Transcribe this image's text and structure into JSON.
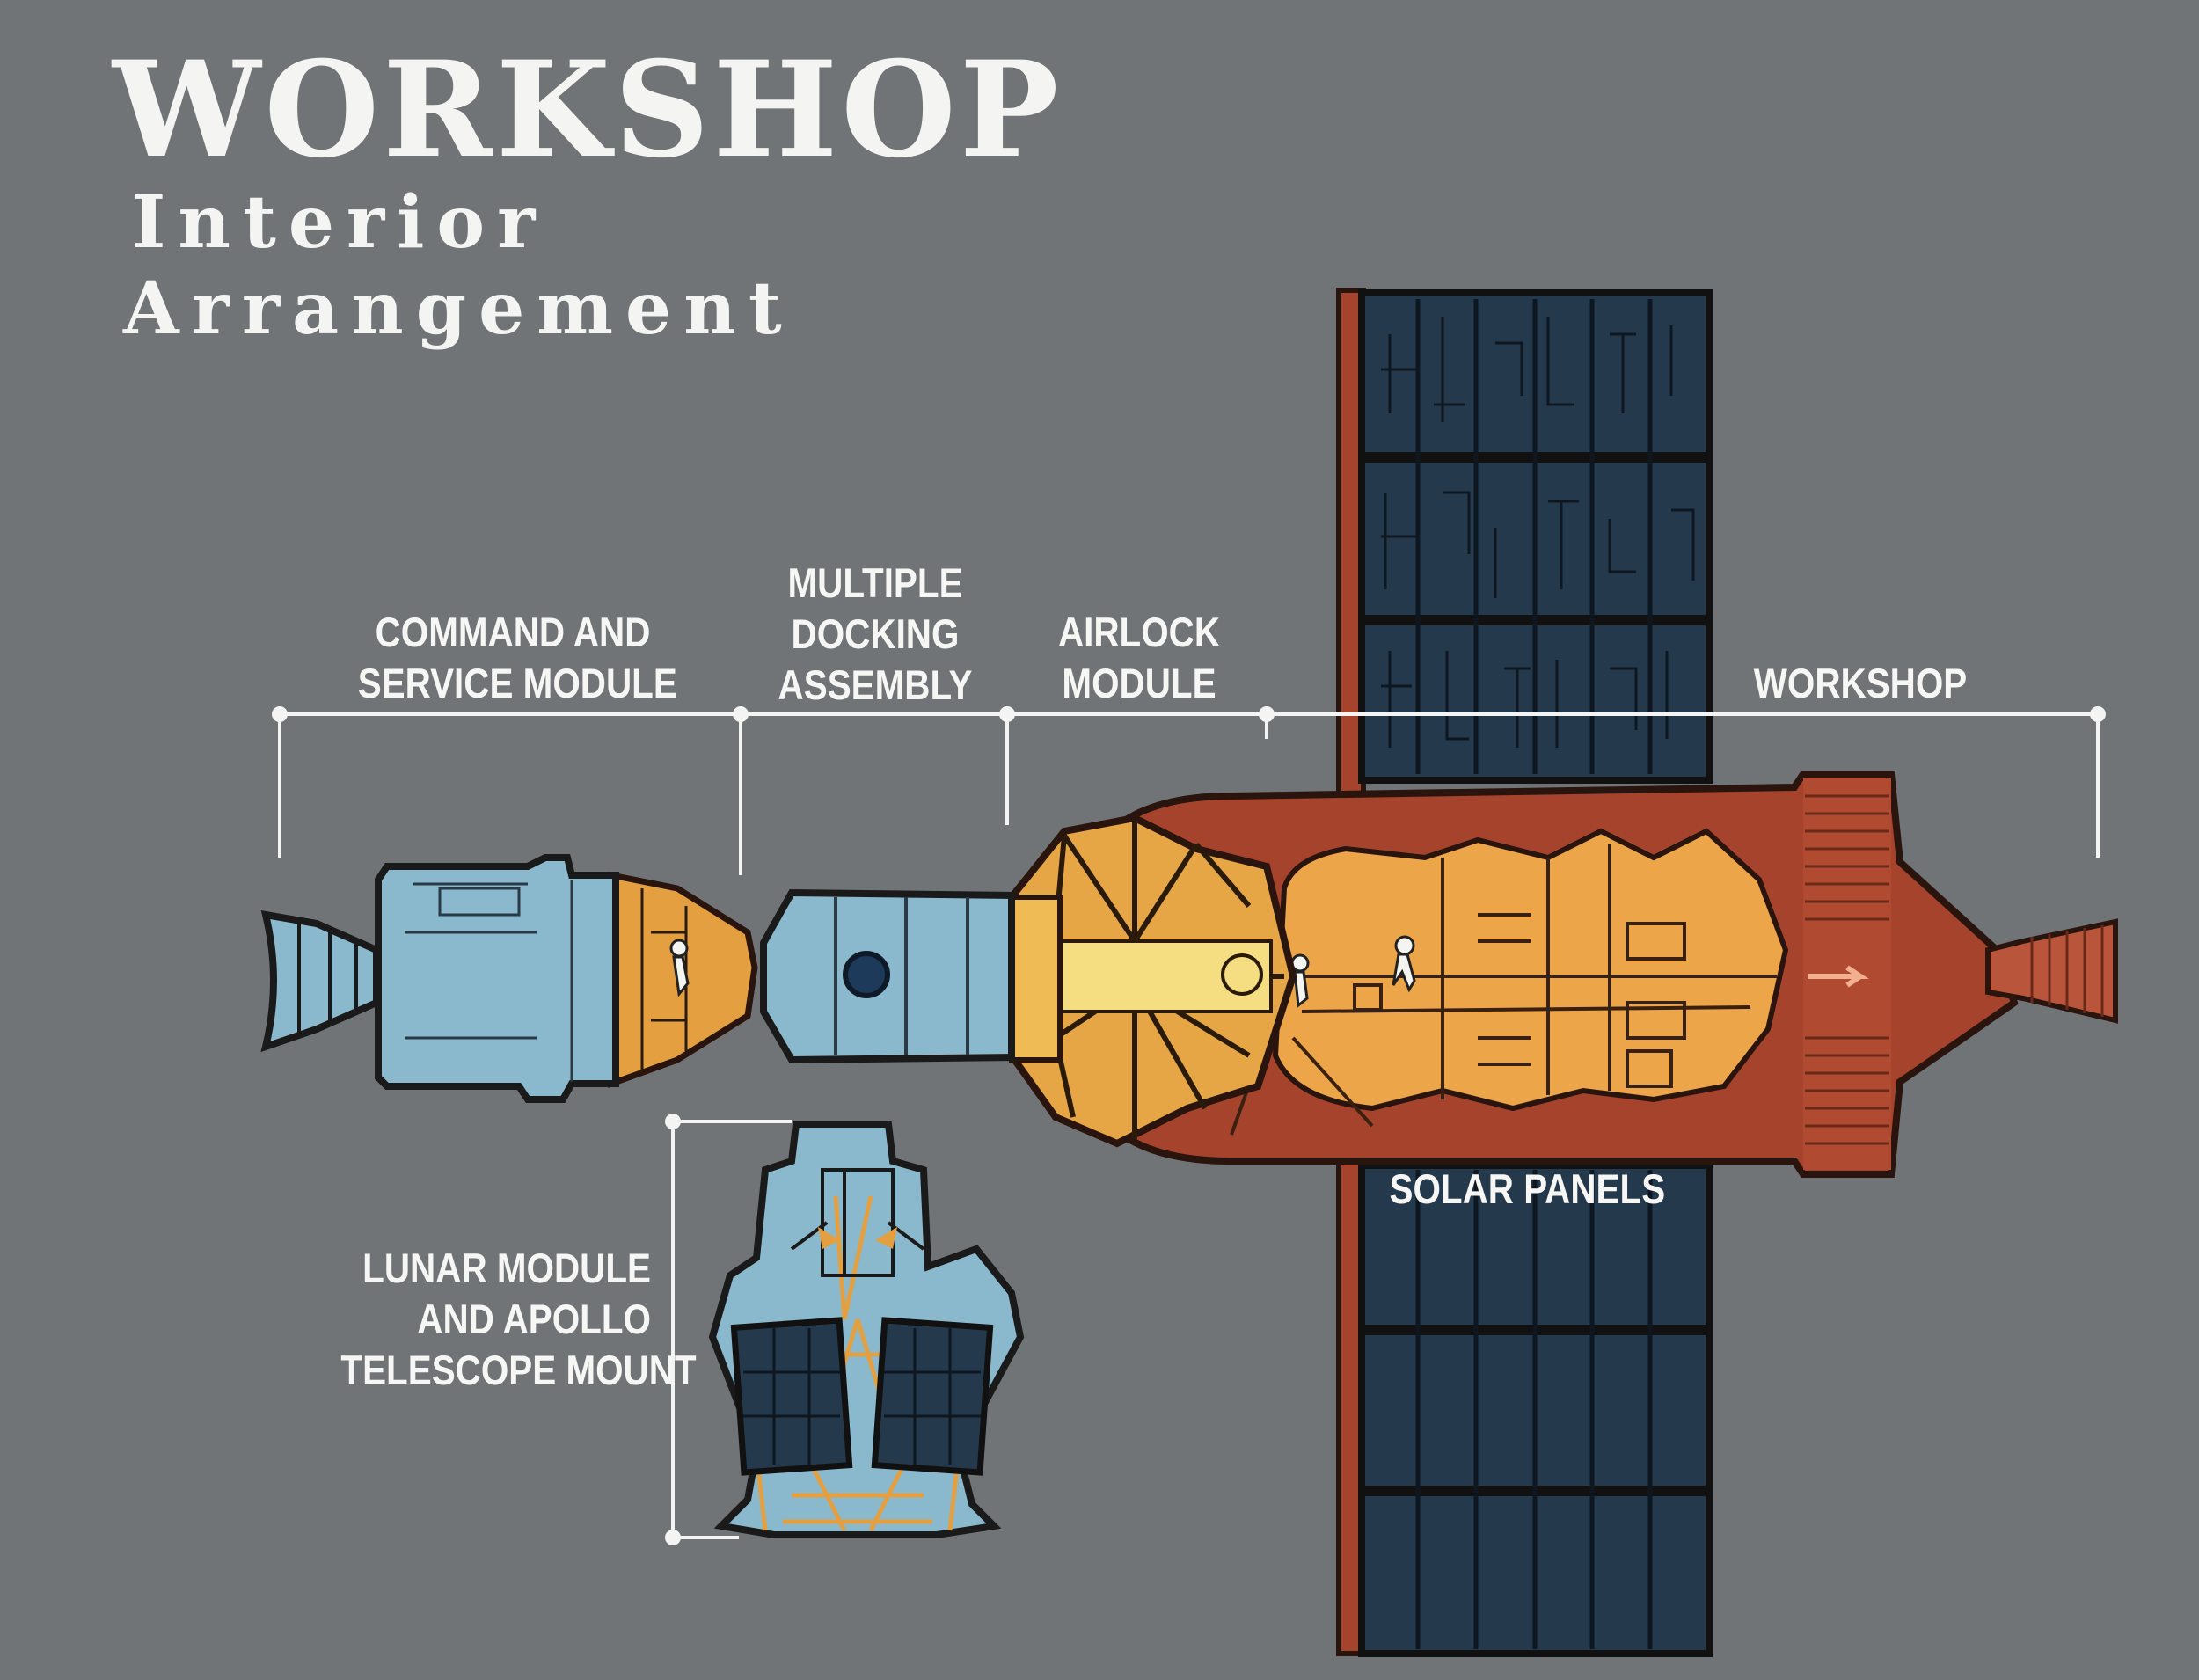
{
  "title": "WORKSHOP",
  "subtitle_line1": "Interior",
  "subtitle_line2": "Arrangement",
  "labels": {
    "csm": [
      "COMMAND AND",
      "SERVICE MODULE"
    ],
    "mda": [
      "MULTIPLE",
      "DOCKING",
      "ASSEMBLY"
    ],
    "airlock": [
      "AIRLOCK",
      "MODULE"
    ],
    "workshop": [
      "WORKSHOP"
    ],
    "solar": [
      "SOLAR PANELS"
    ],
    "lm_atm": [
      "LUNAR MODULE",
      "AND APOLLO",
      "TELESCOPE MOUNT"
    ]
  },
  "colors": {
    "background": "#717477",
    "csm_blue": "#8ab8cc",
    "airlock_gold": "#e4a040",
    "workshop_rust": "#a5432c",
    "workshop_interior": "#eda54a",
    "solar_panel": "#24394c",
    "text": "#f4f4f2"
  }
}
